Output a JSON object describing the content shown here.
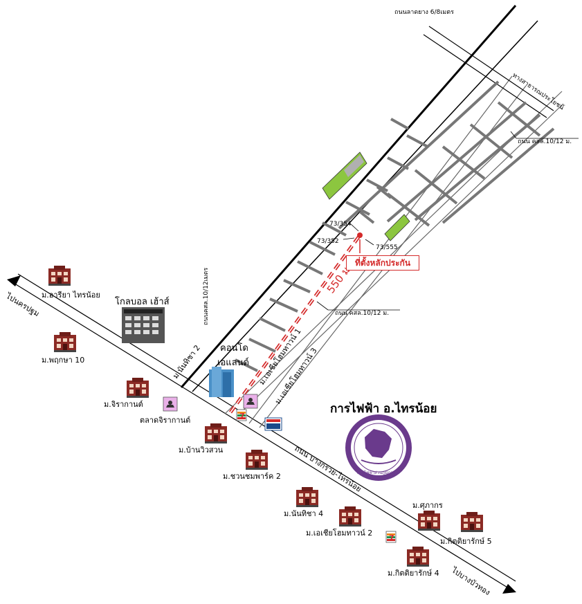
{
  "map": {
    "roads": {
      "top_road": "ถนนลาดยาง 6/8เมตร",
      "public_way": "ทางสาธารณประโยชน์",
      "right_road": "ถนน คสล.10/12 ม.",
      "mid_road": "ถนน คสล.10/12 ม.",
      "left_road": "ถนนคสล.10/12เมตร",
      "main_road": "ถนน บางกรวย-ไทรน้อย",
      "to_nakhon_pathom": "ไปนครปฐม",
      "to_bang_bua_thong": "ไปบางบัวทอง"
    },
    "sois": {
      "nanthisa2": "ม.นันทิชา 2",
      "asia_home1": "ม.เอเชียโฮมทาวน์ 1",
      "asia_home3": "ม.เอเชียโฮมทาวน์ 3"
    },
    "lots": {
      "lot1": "73/354",
      "lot2": "73/352",
      "lot3": "73/555"
    },
    "distance": "550 ม.",
    "location_label": "ที่ตั้งหลักประกัน",
    "landmarks": {
      "golf_house": "โกลบอล เฮ้าส์",
      "condo_1": "คอนโด",
      "condo_2": "เอแลนด์",
      "market": "ตลาดจิรากานต์",
      "pea_title": "การไฟฟ้า อ.ไทรน้อย",
      "pea_seal_text": "การไฟฟ้าส่วนภูมิภาค"
    },
    "villages": [
      "ม.อารียา ไทรน้อย",
      "ม.พฤกษา 10",
      "ม.จิรากานต์",
      "ม.บ้านวิวสวน",
      "ม.ชวนชมพาร์ค 2",
      "ม.นันทิชา 4",
      "ม.เอเชียโฮมทาวน์ 2",
      "ม.ศุภากร",
      "ม.กิตติยารักษ์ 5",
      "ม.กิตติยารักษ์ 4"
    ],
    "colors": {
      "road": "#000000",
      "route": "#d42a2a",
      "house": "#8b2a24",
      "green": "#8cc63f",
      "seal": "#6a3a8c",
      "pink": "#e9b0e8"
    }
  }
}
